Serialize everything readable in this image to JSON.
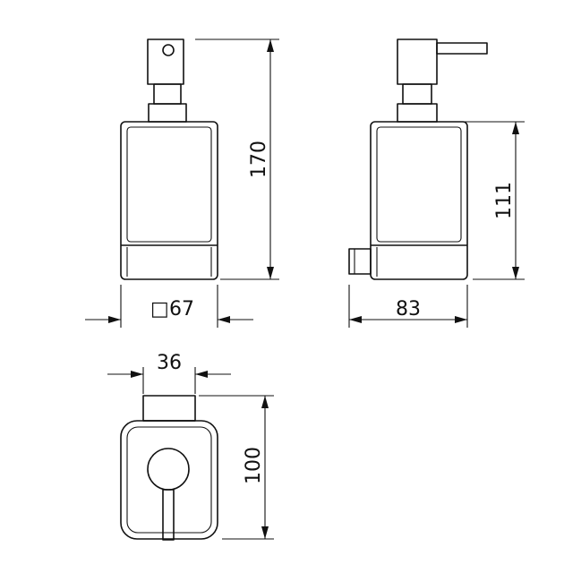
{
  "colors": {
    "line": "#111111",
    "background": "#ffffff"
  },
  "dimensions": {
    "height_total": "170",
    "width_square": "67",
    "width_square_symbol": "□",
    "depth": "83",
    "height_body": "111",
    "plate_width": "36",
    "plate_height": "100"
  }
}
